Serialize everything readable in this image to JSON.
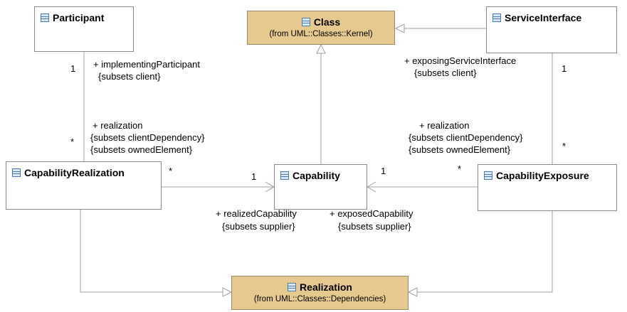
{
  "classes": {
    "participant": {
      "name": "Participant"
    },
    "class": {
      "name": "Class",
      "from": "(from UML::Classes::Kernel)"
    },
    "service_interface": {
      "name": "ServiceInterface"
    },
    "capability_realization": {
      "name": "CapabilityRealization"
    },
    "capability": {
      "name": "Capability"
    },
    "capability_exposure": {
      "name": "CapabilityExposure"
    },
    "realization": {
      "name": "Realization",
      "from": "(from UML::Classes::Dependencies)"
    }
  },
  "associations": {
    "participant_realization": {
      "mult_participant": "1",
      "mult_realization": "*",
      "role_participant": "+ implementingParticipant",
      "role_participant_constraint": "{subsets client}",
      "role_realization": "+ realization",
      "role_realization_c1": "{subsets clientDependency}",
      "role_realization_c2": "{subsets ownedElement}"
    },
    "service_exposure": {
      "mult_service": "1",
      "mult_exposure": "*",
      "role_service": "+ exposingServiceInterface",
      "role_service_constraint": "{subsets client}",
      "role_exposure": "+ realization",
      "role_exposure_c1": "{subsets clientDependency}",
      "role_exposure_c2": "{subsets ownedElement}"
    },
    "realization_capability": {
      "mult_realization": "*",
      "mult_capability": "1",
      "role_capability": "+ realizedCapability",
      "role_capability_constraint": "{subsets supplier}"
    },
    "exposure_capability": {
      "mult_capability": "1",
      "mult_exposure": "*",
      "role_capability": "+ exposedCapability",
      "role_capability_constraint": "{subsets supplier}"
    }
  },
  "colors": {
    "class_fill": "#ffffff",
    "external_class_fill": "#e6c98f",
    "border": "#8a8a8a",
    "line": "#a0a0a0",
    "icon": "#4a7bb7"
  }
}
